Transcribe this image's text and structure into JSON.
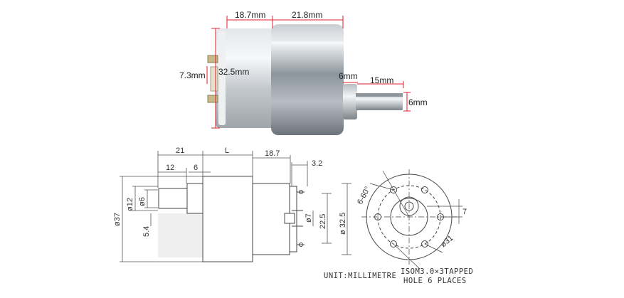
{
  "photo_dims": {
    "body_len": "18.7mm",
    "gear_len": "21.8mm",
    "diameter": "32.5mm",
    "offset": "7.3mm",
    "collar": "6mm",
    "shaft_len": "15mm",
    "shaft_dia": "6mm"
  },
  "drawing_dims": {
    "d21": "21",
    "dL": "L",
    "d18_7": "18.7",
    "d3_2": "3.2",
    "d12": "12",
    "d6": "6",
    "dia37": "ø37",
    "dia12": "ø12",
    "dia6": "ø6",
    "d5_4": "5.4",
    "dia7": "ø7",
    "d22_5": "22.5",
    "dia32_5": "ø 32.5",
    "angle": "6-60°",
    "d7": "7",
    "dia31": "ø31"
  },
  "notes": {
    "unit": "UNIT:MILLIMETRE",
    "tapped_line1": "ISOM3.0×3TAPPED",
    "tapped_line2": "HOLE 6 PLACES"
  },
  "colors": {
    "dim_red": "#e0202a",
    "metal_light": "#d8dde2",
    "metal_mid": "#9aa3ab",
    "metal_dark": "#5f666d",
    "line": "#444444"
  }
}
